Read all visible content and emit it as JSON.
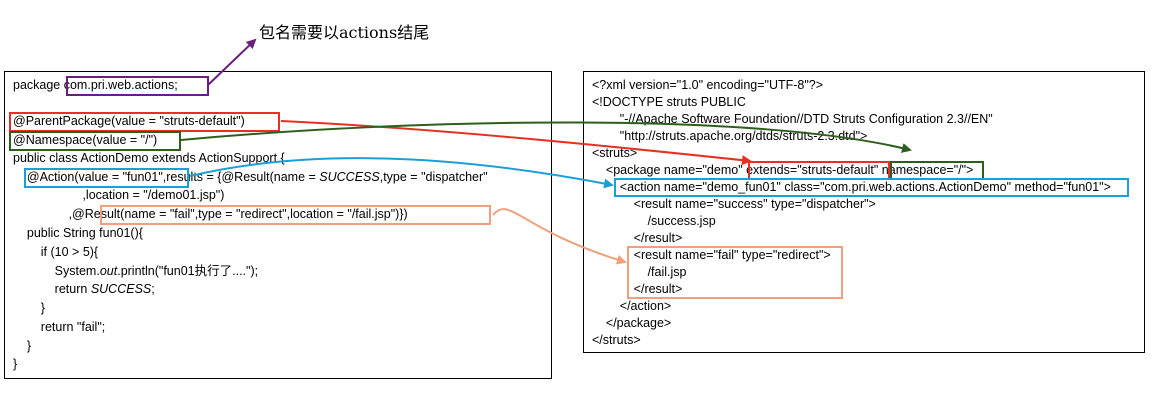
{
  "annotation": {
    "caption": "包名需要以actions结尾"
  },
  "java_code": {
    "line1": "package com.pri.web.actions;",
    "line2": "",
    "line3": "@ParentPackage(value = \"struts-default\")",
    "line4": "@Namespace(value = \"/\")",
    "line5": "public class ActionDemo extends ActionSupport {",
    "line6a": "    @Action(value = \"fun01\",results = {@Result(name = ",
    "line6b": "SUCCESS",
    "line6c": ",type = \"dispatcher\"",
    "line7": "                    ,location = \"/demo01.jsp\")",
    "line8": "                ,@Result(name = \"fail\",type = \"redirect\",location = \"/fail.jsp\")})",
    "line9": "    public String fun01(){",
    "line10": "        if (10 > 5){",
    "line11a": "            System.",
    "line11b": "out",
    "line11c": ".println(\"fun01执行了....\");",
    "line12a": "            return ",
    "line12b": "SUCCESS",
    "line12c": ";",
    "line13": "        }",
    "line14": "        return \"fail\";",
    "line15": "    }",
    "line16": "}"
  },
  "xml_config": {
    "line1": "<?xml version=\"1.0\" encoding=\"UTF-8\"?>",
    "line2": "<!DOCTYPE struts PUBLIC",
    "line3": "        \"-//Apache Software Foundation//DTD Struts Configuration 2.3//EN\"",
    "line4": "        \"http://struts.apache.org/dtds/struts-2.3.dtd\">",
    "line5": "<struts>",
    "line6": "    <package name=\"demo\" extends=\"struts-default\" namespace=\"/\">",
    "line7": "        <action name=\"demo_fun01\" class=\"com.pri.web.actions.ActionDemo\" method=\"fun01\">",
    "line8": "            <result name=\"success\" type=\"dispatcher\">",
    "line9": "                /success.jsp",
    "line10": "            </result>",
    "line11": "            <result name=\"fail\" type=\"redirect\">",
    "line12": "                /fail.jsp",
    "line13": "            </result>",
    "line14": "        </action>",
    "line15": "    </package>",
    "line16": "</struts>"
  },
  "colors": {
    "purple": "#6a1f7c",
    "red": "#e53023",
    "green": "#2e5e1e",
    "blue": "#1aa0d8",
    "orange": "#f0a07a"
  }
}
